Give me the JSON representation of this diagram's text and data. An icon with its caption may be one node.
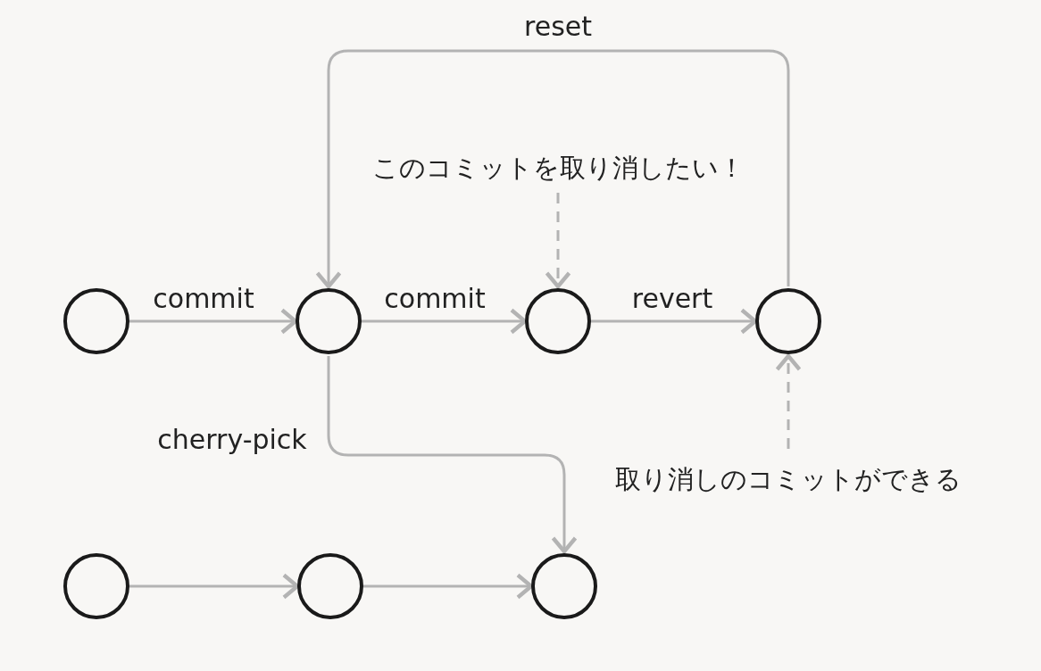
{
  "diagram": {
    "nodes": [
      {
        "text": [],
        "shape": "circle"
      },
      {
        "text": [],
        "shape": "circle"
      },
      {
        "text": [],
        "shape": "circle"
      },
      {
        "text": [],
        "shape": "circle"
      },
      {
        "text": [
          "このコミットを取り消したい！"
        ]
      },
      {
        "text": [
          "取り消しのコミットができる"
        ]
      },
      {
        "text": [],
        "shape": "circle"
      },
      {
        "text": [],
        "shape": "circle"
      },
      {
        "text": [],
        "shape": "circle"
      }
    ],
    "edges": [
      {
        "from": 0,
        "to": 1,
        "arrow": "to",
        "label": "commit"
      },
      {
        "from": 1,
        "to": 2,
        "arrow": "to",
        "label": "commit"
      },
      {
        "from": 2,
        "to": 3,
        "arrow": "to",
        "label": "revert"
      },
      {
        "from": 3,
        "to": 1,
        "arrow": "to",
        "label": "reset"
      },
      {
        "from": 4,
        "to": 2,
        "arrow": "to",
        "style": "dashed"
      },
      {
        "from": 5,
        "to": 3,
        "arrow": "to",
        "style": "dashed"
      },
      {
        "from": 1,
        "to": 8,
        "arrow": "to",
        "label": "cherry-pick"
      },
      {
        "from": 6,
        "to": 7,
        "arrow": "to"
      },
      {
        "from": 7,
        "to": 8,
        "arrow": "to"
      }
    ]
  }
}
